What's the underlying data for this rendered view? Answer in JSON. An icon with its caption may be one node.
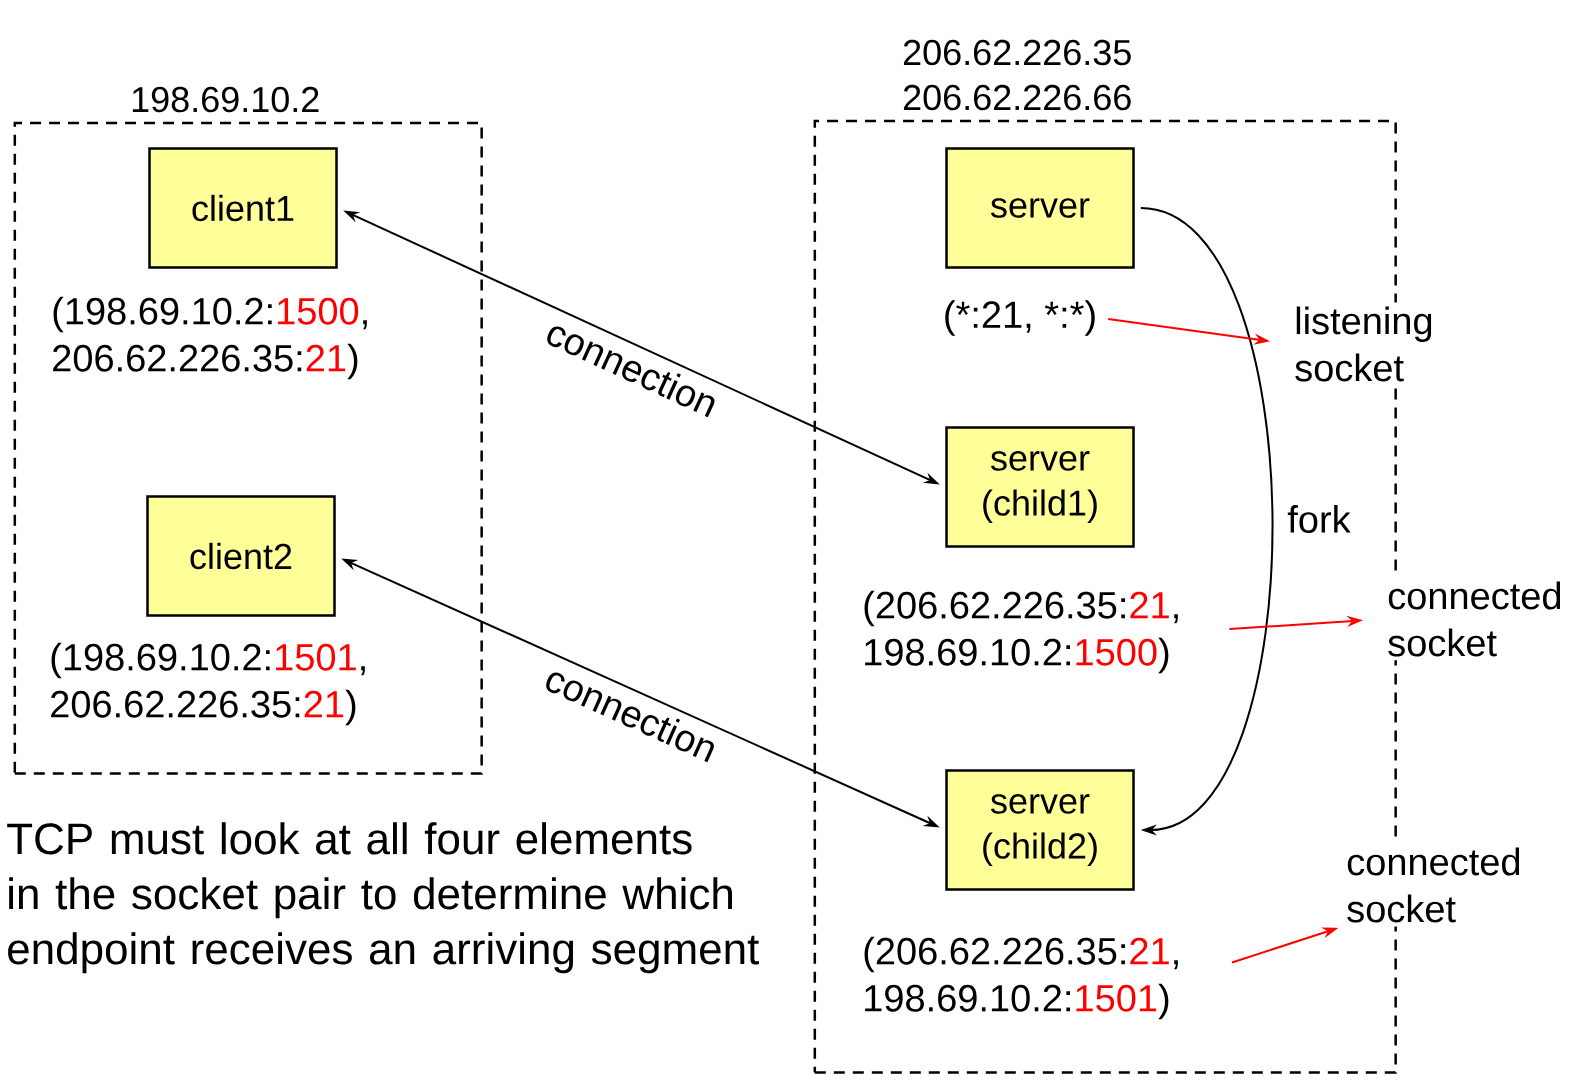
{
  "diagram": {
    "nodes": [
      {
        "text": [
          "198.69.10.2"
        ]
      },
      {
        "text": [
          "client1"
        ],
        "in": 0
      },
      {
        "text": [
          "(198.69.10.2:",
          "1500",
          ",",
          "206.62.226.35:",
          "21",
          ")"
        ],
        "in": 0
      },
      {
        "text": [
          "client2"
        ],
        "in": 0
      },
      {
        "text": [
          "(198.69.10.2:",
          "1501",
          ",",
          "206.62.226.35:",
          "21",
          ")"
        ],
        "in": 0
      },
      {
        "text": [
          "206.62.226.35 206.62.226.66"
        ]
      },
      {
        "text": [
          "server"
        ],
        "in": 5
      },
      {
        "text": [
          "(*:21, *",
          ":*)"
        ],
        "in": 5
      },
      {
        "text": [
          "server (child1)"
        ],
        "in": 5
      },
      {
        "text": [
          "(206.62.226.35:",
          "21",
          ",",
          "198.69.10.2:",
          "1500",
          ")"
        ],
        "in": 5
      },
      {
        "text": [
          "server (child2)"
        ],
        "in": 5
      },
      {
        "text": [
          "(206.62.226.35:",
          "21",
          ",",
          "198.69.10.2:",
          "1501",
          ")"
        ],
        "in": 5
      },
      {
        "text": [
          "listening socket"
        ]
      },
      {
        "text": [
          "connected socket"
        ]
      },
      {
        "text": [
          "connected socket"
        ]
      }
    ],
    "edges": [
      {
        "from": 1,
        "to": 8,
        "arrow": "both",
        "label": "connection"
      },
      {
        "from": 3,
        "to": 10,
        "arrow": "both",
        "label": "connection"
      },
      {
        "from": 6,
        "to": 10,
        "arrow": "to",
        "label": "fork"
      },
      {
        "from": 7,
        "to": 12,
        "arrow": "to",
        "color": "#ff0000"
      },
      {
        "from": 9,
        "to": 13,
        "arrow": "to",
        "color": "#ff0000"
      },
      {
        "from": 11,
        "to": 14,
        "arrow": "to",
        "color": "#ff0000"
      }
    ],
    "labels": [
      "TCP must look at all four elements in the socket pair to determine which endpoint receives an arriving segment"
    ]
  }
}
